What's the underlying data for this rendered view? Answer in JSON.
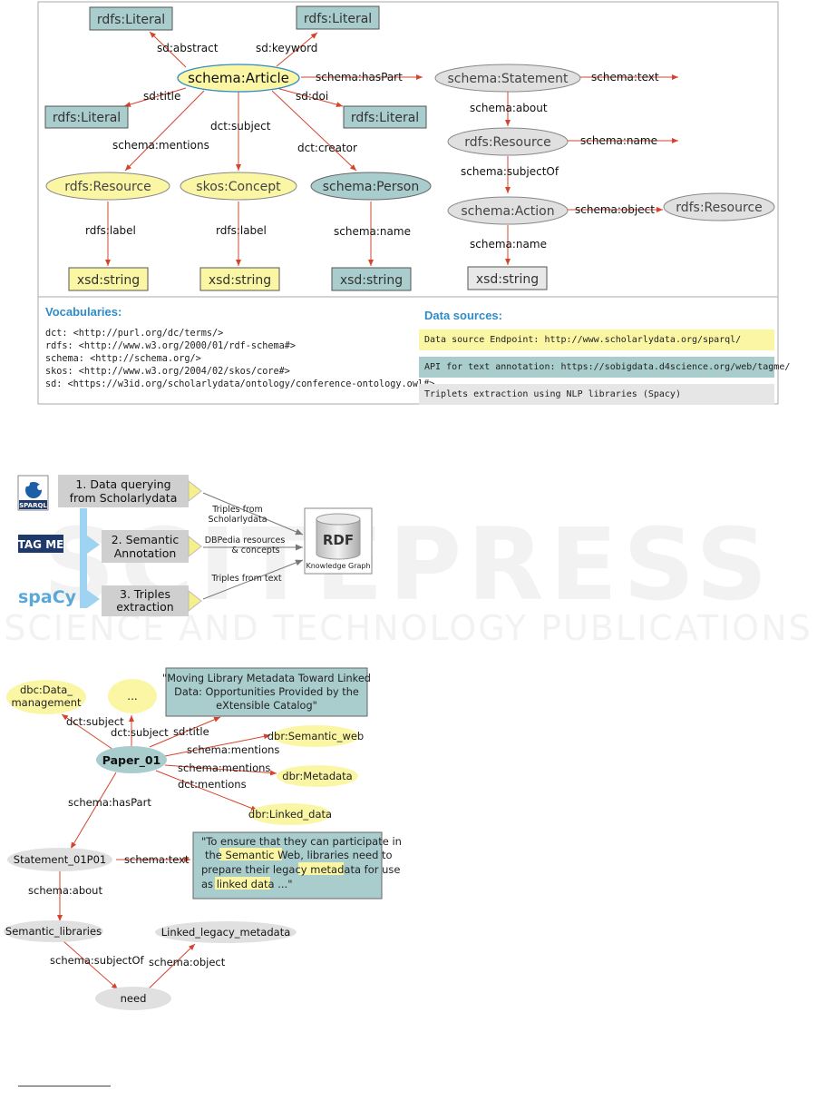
{
  "colors": {
    "teal": "#a9cccd",
    "yellow": "#fbf6a4",
    "gray": "#e0e0e0",
    "arrow": "#d6432c",
    "accent": "#2f8cc9",
    "panel_border": "#aaaaaa"
  },
  "figure1": {
    "nodes": {
      "lit_abstract": "rdfs:Literal",
      "lit_keyword": "rdfs:Literal",
      "article": "schema:Article",
      "lit_title": "rdfs:Literal",
      "lit_doi": "rdfs:Literal",
      "resource": "rdfs:Resource",
      "concept": "skos:Concept",
      "person": "schema:Person",
      "str1": "xsd:string",
      "str2": "xsd:string",
      "str3": "xsd:string",
      "statement": "schema:Statement",
      "resource2": "rdfs:Resource",
      "action": "schema:Action",
      "resource3": "rdfs:Resource",
      "str4": "xsd:string"
    },
    "edges": {
      "abstract": "sd:abstract",
      "keyword": "sd:keyword",
      "title": "sd:title",
      "doi": "sd:doi",
      "haspart": "schema:hasPart",
      "text": "schema:text",
      "mentions": "schema:mentions",
      "subject": "dct:subject",
      "creator": "dct:creator",
      "label1": "rdfs:label",
      "label2": "rdfs:label",
      "name1": "schema:name",
      "about": "schema:about",
      "name2": "schema:name",
      "subjectof": "schema:subjectOf",
      "object": "schema:object",
      "name3": "schema:name"
    },
    "vocab_title": "Vocabularies:",
    "vocab_lines": [
      "dct: <http://purl.org/dc/terms/>",
      "rdfs: <http://www.w3.org/2000/01/rdf-schema#>",
      "schema: <http://schema.org/>",
      "skos: <http://www.w3.org/2004/02/skos/core#>",
      "sd: <https://w3id.org/scholarlydata/ontology/conference-ontology.owl#>"
    ],
    "sources_title": "Data sources:",
    "sources": [
      "Data source Endpoint: http://www.scholarlydata.org/sparql/",
      "API for text annotation: https://sobigdata.d4science.org/web/tagme/",
      "Triplets extraction using NLP libraries (Spacy)"
    ]
  },
  "figure2": {
    "logo_sparql": "SPARQL",
    "logo_tagme": "TAG ME",
    "logo_spacy": "spaCy",
    "step1_line1": "1. Data querying",
    "step1_line2": "from Scholarlydata",
    "step2_line1": "2. Semantic",
    "step2_line2": "Annotation",
    "step3_line1": "3. Triples",
    "step3_line2": "extraction",
    "label1_line1": "Triples from",
    "label1_line2": "Scholarlydata",
    "label2_line1": "DBPedia resources",
    "label2_line2": "& concepts",
    "label3": "Triples from text",
    "rdf": "RDF",
    "kg": "Knowledge Graph"
  },
  "figure3": {
    "nodes": {
      "dbc_line1": "dbc:Data_",
      "dbc_line2": "management",
      "ellipsis": "...",
      "paper": "Paper_01",
      "sem_web": "dbr:Semantic_web",
      "metadata": "dbr:Metadata",
      "linked": "dbr:Linked_data",
      "statement": "Statement_01P01",
      "sem_lib": "Semantic_libraries",
      "linked_legacy": "Linked_legacy_metadata",
      "need": "need"
    },
    "title_box": [
      "\"Moving Library Metadata Toward Linked",
      "Data: Opportunities Provided by the",
      "eXtensible Catalog\""
    ],
    "quote_box": {
      "l1": "\"To ensure that they can participate in",
      "l2a": "the ",
      "l2b": "Semantic Web",
      "l2c": ", libraries need to",
      "l3a": "prepare their legacy ",
      "l3b": "metadata",
      "l3c": " for use",
      "l4a": "as ",
      "l4b": "linked data",
      "l4c": " ...\""
    },
    "edges": {
      "dct_subject1": "dct:subject",
      "dct_subject2": "dct:subject",
      "sd_title": "sd:title",
      "mentions1": "schema:mentions",
      "mentions2": "schema:mentions",
      "dct_mentions": "dct:mentions",
      "haspart": "schema:hasPart",
      "text": "schema:text",
      "about": "schema:about",
      "subjectof": "schema:subjectOf",
      "object": "schema:object"
    }
  },
  "watermark": {
    "line1": "SCITEPRESS",
    "line2": "SCIENCE AND TECHNOLOGY PUBLICATIONS"
  }
}
